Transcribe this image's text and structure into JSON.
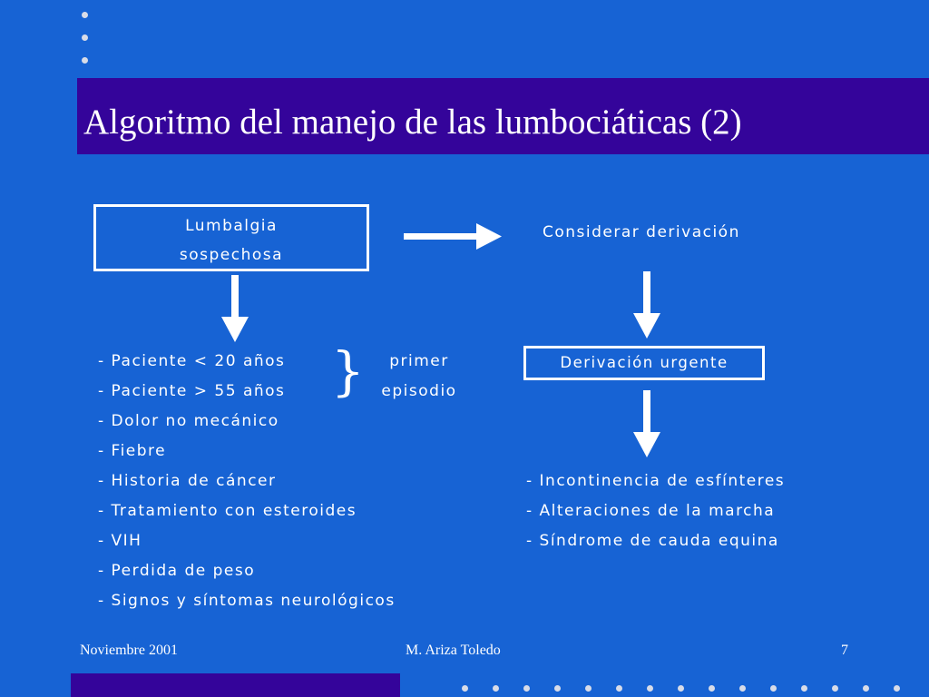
{
  "slide": {
    "title": "Algoritmo del manejo de las lumbociáticas (2)",
    "colors": {
      "background": "#1763d4",
      "title_bar": "#34049a",
      "foreground": "#ffffff",
      "dots": "#d8dce8"
    }
  },
  "diagram": {
    "start_box": {
      "line1": "Lumbalgia",
      "line2": "sospechosa"
    },
    "consider": "Considerar derivación",
    "urgent_box": "Derivación urgente",
    "left_items": [
      "- Paciente < 20 años",
      "- Paciente > 55 años",
      "- Dolor no mecánico",
      "- Fiebre",
      "- Historia de cáncer",
      "- Tratamiento con esteroides",
      "- VIH",
      "- Perdida de peso",
      "- Signos y síntomas neurológicos"
    ],
    "brace_note": {
      "line1": "primer",
      "line2": "episodio"
    },
    "right_items": [
      "- Incontinencia de esfínteres",
      "- Alteraciones de la marcha",
      "- Síndrome de cauda equina"
    ]
  },
  "footer": {
    "date": "Noviembre 2001",
    "author": "M. Ariza Toledo",
    "page": "7"
  }
}
